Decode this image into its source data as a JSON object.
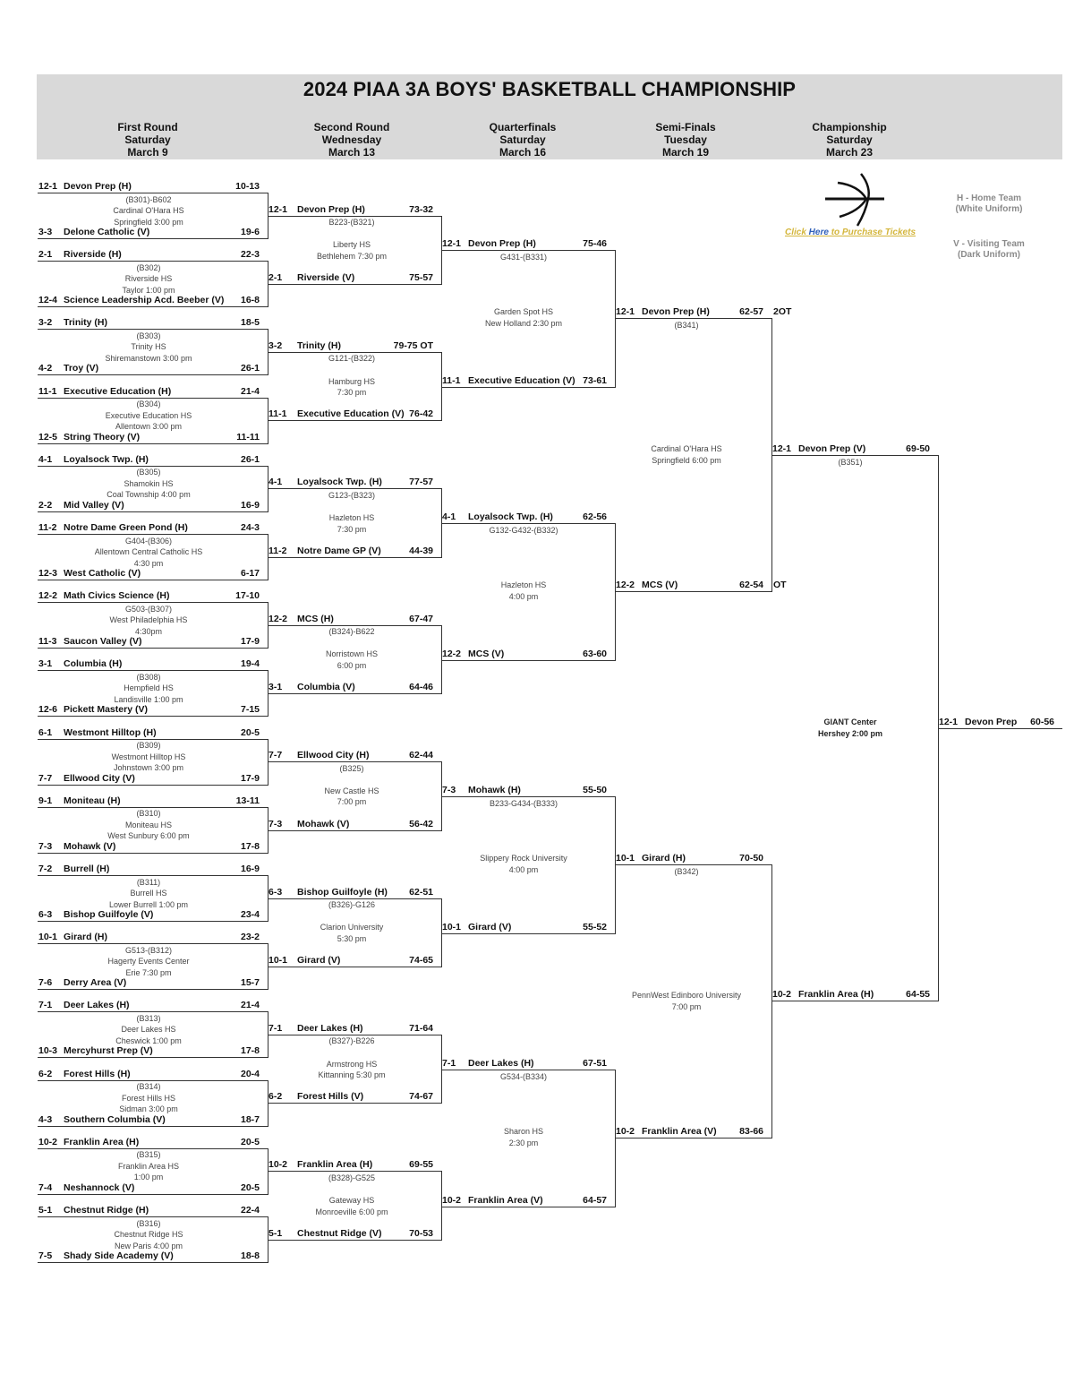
{
  "title": "2024 PIAA 3A BOYS' BASKETBALL CHAMPIONSHIP",
  "rounds": [
    {
      "name": "First Round",
      "day": "Saturday",
      "date": "March 9"
    },
    {
      "name": "Second Round",
      "day": "Wednesday",
      "date": "March 13"
    },
    {
      "name": "Quarterfinals",
      "day": "Saturday",
      "date": "March 16"
    },
    {
      "name": "Semi-Finals",
      "day": "Tuesday",
      "date": "March 19"
    },
    {
      "name": "Championship",
      "day": "Saturday",
      "date": "March 23"
    }
  ],
  "legend": {
    "home_line1": "H - Home Team",
    "home_line2": "(White Uniform)",
    "visit_line1": "V - Visiting Team",
    "visit_line2": "(Dark Uniform)"
  },
  "tickets": {
    "pre": "Click ",
    "link": "Here",
    "post": " to Purchase Tickets"
  },
  "logo_icon": "basketball-icon",
  "first_round": [
    {
      "top": {
        "seed": "12-1",
        "team": "Devon Prep (H)",
        "score": "10-13"
      },
      "bottom": {
        "seed": "3-3",
        "team": "Delone Catholic (V)",
        "score": "19-6"
      },
      "code": "(B301)-B602",
      "venue": "Cardinal O'Hara HS",
      "time": "Springfield 3:00 pm"
    },
    {
      "top": {
        "seed": "2-1",
        "team": "Riverside (H)",
        "score": "22-3"
      },
      "bottom": {
        "seed": "12-4",
        "team": "Science Leadership Acd. Beeber (V)",
        "score": "16-8"
      },
      "code": "(B302)",
      "venue": "Riverside HS",
      "time": "Taylor 1:00 pm"
    },
    {
      "top": {
        "seed": "3-2",
        "team": "Trinity (H)",
        "score": "18-5"
      },
      "bottom": {
        "seed": "4-2",
        "team": "Troy (V)",
        "score": "26-1"
      },
      "code": "(B303)",
      "venue": "Trinity HS",
      "time": "Shiremanstown 3:00 pm"
    },
    {
      "top": {
        "seed": "11-1",
        "team": "Executive Education (H)",
        "score": "21-4"
      },
      "bottom": {
        "seed": "12-5",
        "team": "String Theory (V)",
        "score": "11-11"
      },
      "code": "(B304)",
      "venue": "Executive Education HS",
      "time": "Allentown 3:00 pm"
    },
    {
      "top": {
        "seed": "4-1",
        "team": "Loyalsock Twp. (H)",
        "score": "26-1"
      },
      "bottom": {
        "seed": "2-2",
        "team": "Mid Valley (V)",
        "score": "16-9"
      },
      "code": "(B305)",
      "venue": "Shamokin HS",
      "time": "Coal Township 4:00 pm"
    },
    {
      "top": {
        "seed": "11-2",
        "team": "Notre Dame Green Pond (H)",
        "score": "24-3"
      },
      "bottom": {
        "seed": "12-3",
        "team": "West Catholic (V)",
        "score": "6-17"
      },
      "code": "G404-(B306)",
      "venue": "Allentown Central Catholic HS",
      "time": "4:30 pm"
    },
    {
      "top": {
        "seed": "12-2",
        "team": "Math Civics Science (H)",
        "score": "17-10"
      },
      "bottom": {
        "seed": "11-3",
        "team": "Saucon Valley (V)",
        "score": "17-9"
      },
      "code": "G503-(B307)",
      "venue": "West Philadelphia HS",
      "time": "4:30pm"
    },
    {
      "top": {
        "seed": "3-1",
        "team": "Columbia (H)",
        "score": "19-4"
      },
      "bottom": {
        "seed": "12-6",
        "team": "Pickett Mastery (V)",
        "score": "7-15"
      },
      "code": "(B308)",
      "venue": "Hempfield HS",
      "time": "Landisville 1:00 pm"
    },
    {
      "top": {
        "seed": "6-1",
        "team": "Westmont Hilltop (H)",
        "score": "20-5"
      },
      "bottom": {
        "seed": "7-7",
        "team": "Ellwood City (V)",
        "score": "17-9"
      },
      "code": "(B309)",
      "venue": "Westmont Hilltop HS",
      "time": "Johnstown 3:00 pm"
    },
    {
      "top": {
        "seed": "9-1",
        "team": "Moniteau (H)",
        "score": "13-11"
      },
      "bottom": {
        "seed": "7-3",
        "team": "Mohawk (V)",
        "score": "17-8"
      },
      "code": "(B310)",
      "venue": "Moniteau HS",
      "time": "West Sunbury 6:00 pm"
    },
    {
      "top": {
        "seed": "7-2",
        "team": "Burrell (H)",
        "score": "16-9"
      },
      "bottom": {
        "seed": "6-3",
        "team": "Bishop Guilfoyle (V)",
        "score": "23-4"
      },
      "code": "(B311)",
      "venue": "Burrell HS",
      "time": "Lower Burrell 1:00 pm"
    },
    {
      "top": {
        "seed": "10-1",
        "team": "Girard (H)",
        "score": "23-2"
      },
      "bottom": {
        "seed": "7-6",
        "team": "Derry Area (V)",
        "score": "15-7"
      },
      "code": "G513-(B312)",
      "venue": "Hagerty Events Center",
      "time": "Erie 7:30 pm"
    },
    {
      "top": {
        "seed": "7-1",
        "team": "Deer Lakes (H)",
        "score": "21-4"
      },
      "bottom": {
        "seed": "10-3",
        "team": "Mercyhurst Prep (V)",
        "score": "17-8"
      },
      "code": "(B313)",
      "venue": "Deer Lakes HS",
      "time": "Cheswick 1:00 pm"
    },
    {
      "top": {
        "seed": "6-2",
        "team": "Forest Hills (H)",
        "score": "20-4"
      },
      "bottom": {
        "seed": "4-3",
        "team": "Southern Columbia (V)",
        "score": "18-7"
      },
      "code": "(B314)",
      "venue": "Forest Hills HS",
      "time": "Sidman 3:00 pm"
    },
    {
      "top": {
        "seed": "10-2",
        "team": "Franklin Area (H)",
        "score": "20-5"
      },
      "bottom": {
        "seed": "7-4",
        "team": "Neshannock (V)",
        "score": "20-5"
      },
      "code": "(B315)",
      "venue": "Franklin Area HS",
      "time": "1:00 pm"
    },
    {
      "top": {
        "seed": "5-1",
        "team": "Chestnut Ridge (H)",
        "score": "22-4"
      },
      "bottom": {
        "seed": "7-5",
        "team": "Shady Side Academy (V)",
        "score": "18-8"
      },
      "code": "(B316)",
      "venue": "Chestnut Ridge HS",
      "time": "New Paris 4:00 pm"
    }
  ],
  "second_round": [
    {
      "top": {
        "seed": "12-1",
        "team": "Devon Prep (H)",
        "score": "73-32"
      },
      "bottom": {
        "seed": "2-1",
        "team": "Riverside (V)",
        "score": "75-57"
      },
      "code": "B223-(B321)",
      "venue": "Liberty HS",
      "time": "Bethlehem 7:30 pm"
    },
    {
      "top": {
        "seed": "3-2",
        "team": "Trinity (H)",
        "score": "79-75 OT"
      },
      "bottom": {
        "seed": "11-1",
        "team": "Executive Education (V)",
        "score": "76-42"
      },
      "code": "G121-(B322)",
      "venue": "Hamburg HS",
      "time": "7:30 pm"
    },
    {
      "top": {
        "seed": "4-1",
        "team": "Loyalsock Twp. (H)",
        "score": "77-57"
      },
      "bottom": {
        "seed": "11-2",
        "team": "Notre Dame GP (V)",
        "score": "44-39"
      },
      "code": "G123-(B323)",
      "venue": "Hazleton HS",
      "time": "7:30 pm"
    },
    {
      "top": {
        "seed": "12-2",
        "team": "MCS (H)",
        "score": "67-47"
      },
      "bottom": {
        "seed": "3-1",
        "team": "Columbia (V)",
        "score": "64-46"
      },
      "code": "(B324)-B622",
      "venue": "Norristown HS",
      "time": "6:00 pm"
    },
    {
      "top": {
        "seed": "7-7",
        "team": "Ellwood City (H)",
        "score": "62-44"
      },
      "bottom": {
        "seed": "7-3",
        "team": "Mohawk (V)",
        "score": "56-42"
      },
      "code": "(B325)",
      "venue": "New Castle HS",
      "time": "7:00 pm"
    },
    {
      "top": {
        "seed": "6-3",
        "team": "Bishop Guilfoyle (H)",
        "score": "62-51"
      },
      "bottom": {
        "seed": "10-1",
        "team": "Girard (V)",
        "score": "74-65"
      },
      "code": "(B326)-G126",
      "venue": "Clarion University",
      "time": "5:30 pm"
    },
    {
      "top": {
        "seed": "7-1",
        "team": "Deer Lakes (H)",
        "score": "71-64"
      },
      "bottom": {
        "seed": "6-2",
        "team": "Forest Hills (V)",
        "score": "74-67"
      },
      "code": "(B327)-B226",
      "venue": "Armstrong HS",
      "time": "Kittanning 5:30 pm"
    },
    {
      "top": {
        "seed": "10-2",
        "team": "Franklin Area (H)",
        "score": "69-55"
      },
      "bottom": {
        "seed": "5-1",
        "team": "Chestnut Ridge (V)",
        "score": "70-53"
      },
      "code": "(B328)-G525",
      "venue": "Gateway HS",
      "time": "Monroeville 6:00 pm"
    }
  ],
  "quarterfinals": [
    {
      "top": {
        "seed": "12-1",
        "team": "Devon Prep (H)",
        "score": "75-46"
      },
      "bottom": {
        "seed": "11-1",
        "team": "Executive Education (V)",
        "score": "73-61"
      },
      "code": "G431-(B331)",
      "venue": "Garden Spot HS",
      "time": "New Holland 2:30 pm"
    },
    {
      "top": {
        "seed": "4-1",
        "team": "Loyalsock Twp. (H)",
        "score": "62-56"
      },
      "bottom": {
        "seed": "12-2",
        "team": "MCS (V)",
        "score": "63-60"
      },
      "code": "G132-G432-(B332)",
      "venue": "Hazleton HS",
      "time": "4:00 pm"
    },
    {
      "top": {
        "seed": "7-3",
        "team": "Mohawk (H)",
        "score": "55-50"
      },
      "bottom": {
        "seed": "10-1",
        "team": "Girard (V)",
        "score": "55-52"
      },
      "code": "B233-G434-(B333)",
      "venue": "Slippery Rock University",
      "time": "4:00 pm"
    },
    {
      "top": {
        "seed": "7-1",
        "team": "Deer Lakes (H)",
        "score": "67-51"
      },
      "bottom": {
        "seed": "10-2",
        "team": "Franklin Area (V)",
        "score": "64-57"
      },
      "code": "G534-(B334)",
      "venue": "Sharon HS",
      "time": "2:30 pm"
    }
  ],
  "semifinals": [
    {
      "top": {
        "seed": "12-1",
        "team": "Devon Prep (H)",
        "score": "62-57",
        "extra": "2OT"
      },
      "bottom": {
        "seed": "12-2",
        "team": "MCS (V)",
        "score": "62-54",
        "extra": "OT"
      },
      "code": "(B341)",
      "venue": "Cardinal O'Hara HS",
      "time": "Springfield 6:00 pm"
    },
    {
      "top": {
        "seed": "10-1",
        "team": "Girard (H)",
        "score": "70-50"
      },
      "bottom": {
        "seed": "10-2",
        "team": "Franklin Area (V)",
        "score": "83-66"
      },
      "code": "(B342)",
      "venue": "PennWest Edinboro University",
      "time": "7:00 pm"
    }
  ],
  "final": {
    "top": {
      "seed": "12-1",
      "team": "Devon Prep (V)",
      "score": "69-50"
    },
    "bottom": {
      "seed": "10-2",
      "team": "Franklin Area (H)",
      "score": "64-55"
    },
    "code": "(B351)",
    "venue": "GIANT Center",
    "time": "Hershey 2:00 pm"
  },
  "champion": {
    "seed": "12-1",
    "team": "Devon Prep",
    "score": "60-56"
  }
}
